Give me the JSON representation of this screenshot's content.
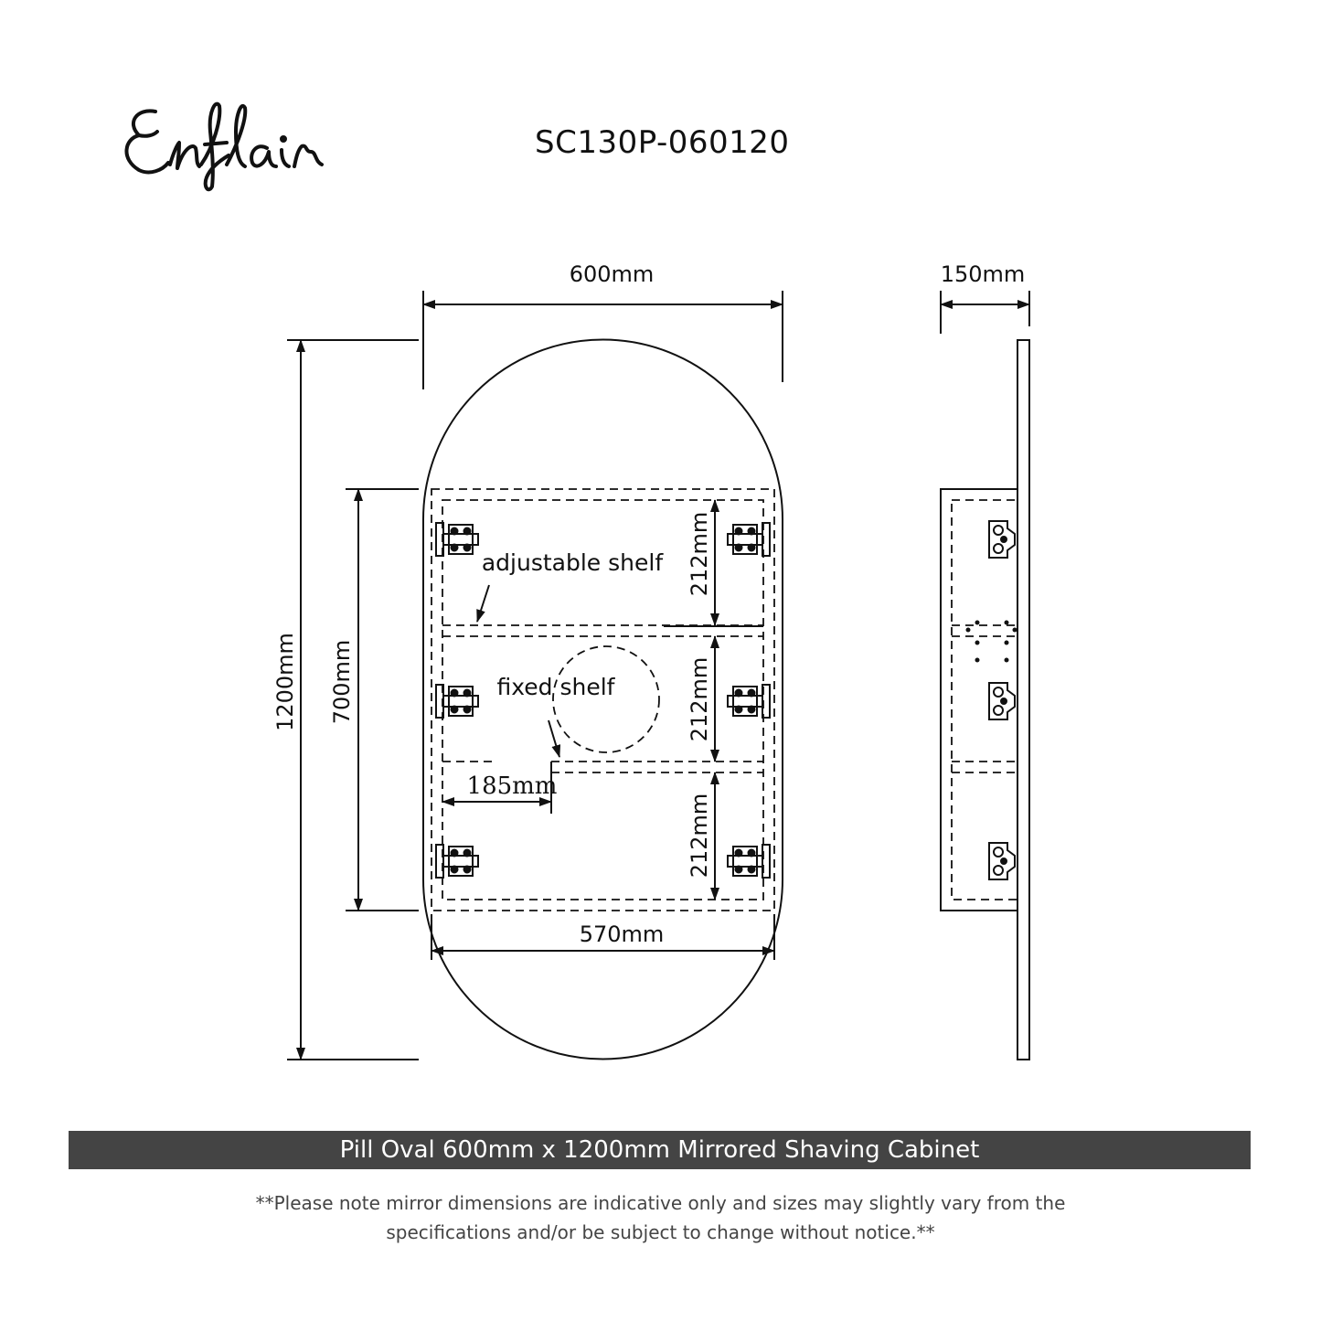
{
  "header": {
    "brand": "Enflair",
    "model_code": "SC130P-060120"
  },
  "dimensions": {
    "width": "600mm",
    "depth": "150mm",
    "height": "1200mm",
    "cabinet_height": "700mm",
    "inner_width": "570mm",
    "shelf_gap_top": "212mm",
    "shelf_gap_mid": "212mm",
    "shelf_gap_bottom": "212mm",
    "cutout_offset": "185mm"
  },
  "labels": {
    "adjustable_shelf": "adjustable shelf",
    "fixed_shelf": "fixed shelf"
  },
  "footer": {
    "title": "Pill Oval 600mm x 1200mm Mirrored Shaving Cabinet",
    "note_line1": "**Please note mirror dimensions are indicative only and sizes may slightly vary from the",
    "note_line2": "specifications and/or be subject to change without notice.**"
  },
  "colors": {
    "line": "#111111",
    "banner": "#444444",
    "banner_text": "#ffffff"
  }
}
